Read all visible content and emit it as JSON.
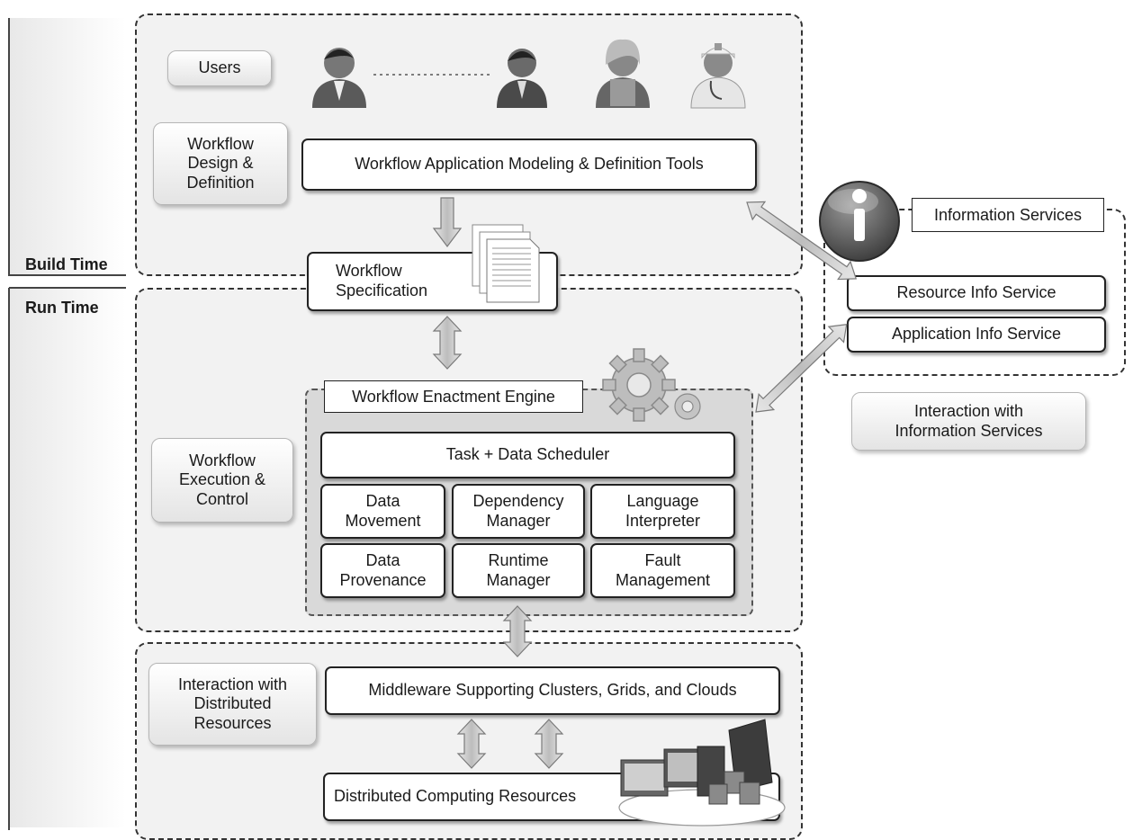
{
  "phases": {
    "build": "Build Time",
    "run": "Run Time"
  },
  "build": {
    "users_label": "Users",
    "design_label": "Workflow\nDesign &\nDefinition",
    "modeling_tools": "Workflow Application Modeling  & Definition Tools",
    "people_icons": [
      "user-icon",
      "user-icon",
      "user-icon",
      "doctor-icon"
    ]
  },
  "specification": "Workflow\nSpecification",
  "engine": {
    "title": "Workflow Enactment Engine",
    "exec_label": "Workflow\nExecution &\nControl",
    "scheduler": "Task + Data Scheduler",
    "modules": [
      "Data\nMovement",
      "Dependency\nManager",
      "Language\nInterpreter",
      "Data\nProvenance",
      "Runtime\nManager",
      "Fault\nManagement"
    ]
  },
  "info": {
    "title": "Information Services",
    "resource": "Resource Info Service",
    "application": "Application Info Service",
    "interaction": "Interaction with\nInformation Services"
  },
  "resources": {
    "interaction": "Interaction with\nDistributed\nResources",
    "middleware": "Middleware Supporting Clusters, Grids, and Clouds",
    "computing": "Distributed Computing Resources"
  },
  "colors": {
    "region_bg": "#f2f2f2",
    "engine_bg": "#d9d9d9",
    "arrow": "#c8c8c8"
  }
}
